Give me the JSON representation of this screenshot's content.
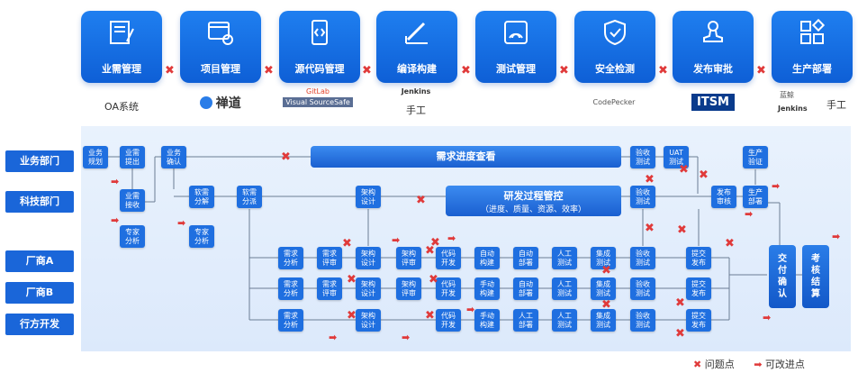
{
  "stages": [
    {
      "label": "业需管理",
      "icon": "document-pen-icon"
    },
    {
      "label": "项目管理",
      "icon": "gear-window-icon"
    },
    {
      "label": "源代码管理",
      "icon": "code-tablet-icon"
    },
    {
      "label": "编译构建",
      "icon": "ruler-pen-icon"
    },
    {
      "label": "测试管理",
      "icon": "radar-icon"
    },
    {
      "label": "安全检测",
      "icon": "shield-check-icon"
    },
    {
      "label": "发布审批",
      "icon": "stamp-icon"
    },
    {
      "label": "生产部署",
      "icon": "grid-icon"
    }
  ],
  "tools": {
    "t0": "OA系统",
    "t1": "禅道",
    "t2a": "GitLab",
    "t2b": "Visual SourceSafe",
    "t3a": "Jenkins",
    "t3b": "手工",
    "t5": "CodePecker",
    "t6": "ITSM",
    "t7a": "蓝鲸",
    "t7b": "Jenkins",
    "t7c": "手工"
  },
  "roles": [
    "业务部门",
    "科技部门",
    "厂商A",
    "厂商B",
    "行方开发"
  ],
  "bars": {
    "demand": "需求进度查看",
    "rd": "研发过程管控",
    "rd_sub": "（进度、质量、资源、效率）"
  },
  "nodes": {
    "biz_plan": "业务\n规划",
    "biz_submit": "业需\n提出",
    "biz_confirm": "业务\n确认",
    "biz_receive": "业需\n接收",
    "expert1": "专家\n分析",
    "soft_decomp": "软需\n分解",
    "expert2": "专家\n分析",
    "soft_dispatch": "软需\n分派",
    "arch_top": "架构\n设计",
    "accept_top1": "验收\n测试",
    "uat": "UAT\n测试",
    "prod_verify": "生产\n验证",
    "accept_top2": "验收\n测试",
    "release_review": "发布\n审核",
    "prod_deploy": "生产\n部署",
    "deliver": "交\n付\n确\n认",
    "assess": "考\n核\n结\n算",
    "req_analysis": "需求\n分析",
    "req_review": "需求\n评审",
    "arch_design": "架构\n设计",
    "arch_review": "架构\n评审",
    "code_dev": "代码\n开发",
    "auto_build": "自动\n构建",
    "auto_deploy": "自动\n部署",
    "manual_test": "人工\n测试",
    "integ_test": "集成\n测试",
    "accept_test": "验收\n测试",
    "submit_release": "提交\n发布",
    "manual_build": "手动\n构建",
    "manual_deploy": "人工\n部署"
  },
  "legend": {
    "problem": "问题点",
    "improve": "可改进点"
  }
}
